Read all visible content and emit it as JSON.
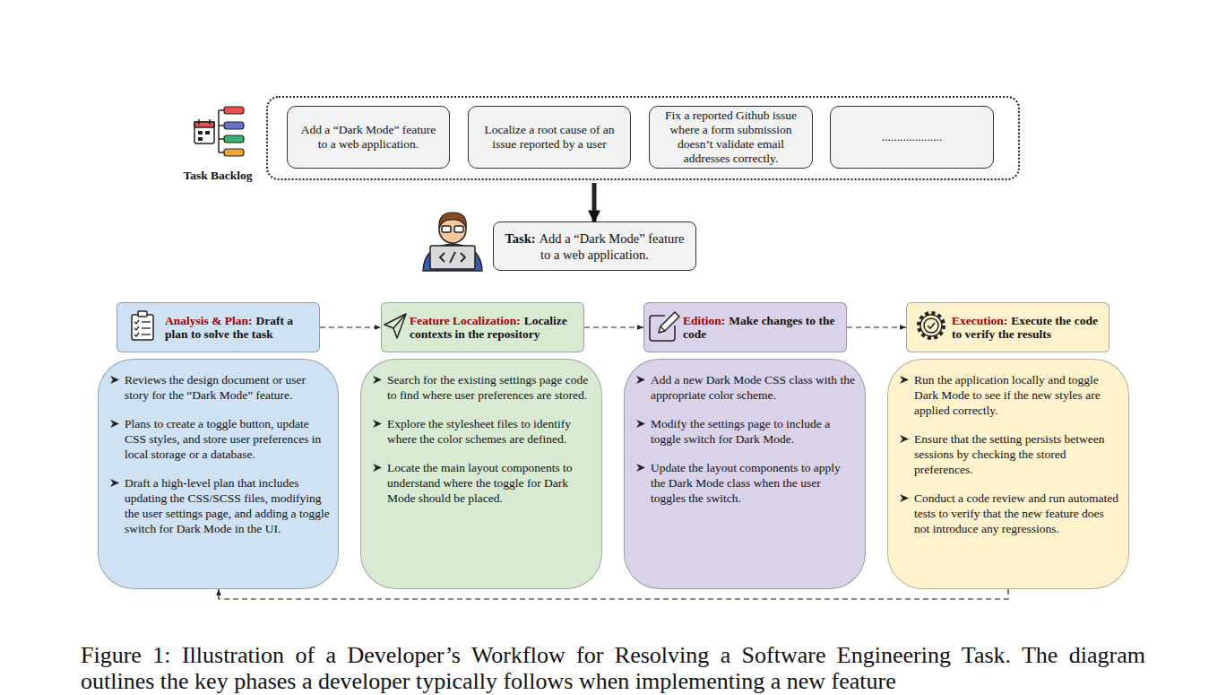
{
  "diagram": {
    "caption": "Figure 1: Illustration of a Developer’s Workflow for Resolving a Software Engineering Task. The diagram outlines the key phases a developer typically follows when implementing a new feature",
    "nodes": [
      {
        "text": [
          "Task Backlog"
        ]
      },
      {
        "text": [
          "Add a “Dark Mode” feature to a web application."
        ],
        "in": 0
      },
      {
        "text": [
          "Localize a root cause of an issue reported by a user"
        ],
        "in": 0
      },
      {
        "text": [
          "Fix a reported Github issue where a form submission doesn’t validate email addresses correctly."
        ],
        "in": 0
      },
      {
        "text": [
          "...................."
        ],
        "in": 0
      },
      {
        "text": [
          "Task:",
          "Add a “Dark Mode” feature to a web application."
        ]
      },
      {
        "text": [
          "Analysis & Plan:",
          "Draft a plan to solve the task"
        ]
      },
      {
        "text": [
          "Reviews the design document or user story for the “Dark Mode” feature.",
          "Plans to create a toggle button, update CSS styles, and store user preferences in local storage or a database.",
          "Draft a high-level plan that includes updating the CSS/SCSS files, modifying the user settings page, and adding a toggle switch for Dark Mode in the UI."
        ]
      },
      {
        "text": [
          "Feature Localization:",
          "Localize contexts in the repository"
        ]
      },
      {
        "text": [
          "Search for the existing settings page code to find where user preferences are stored.",
          "Explore the stylesheet files to identify where the color schemes are defined.",
          "Locate the main layout components to understand where the toggle for Dark Mode should be placed."
        ]
      },
      {
        "text": [
          "Edition:",
          "Make changes to the code"
        ]
      },
      {
        "text": [
          "Add a new Dark Mode CSS class with the appropriate color scheme.",
          "Modify the settings page to include a toggle switch for Dark Mode.",
          "Update the layout components to apply the Dark Mode class when the user toggles the switch."
        ]
      },
      {
        "text": [
          "Execution:",
          "Execute the code to verify the results"
        ]
      },
      {
        "text": [
          "Run the application locally and toggle Dark Mode to see if the new styles are applied correctly.",
          "Ensure that the setting persists between sessions by checking the stored preferences.",
          "Conduct a code review and run automated tests to verify that the new feature does not introduce any regressions."
        ]
      }
    ],
    "edges": [
      {
        "from": 0,
        "to": 5,
        "arrow": "to"
      },
      {
        "from": 6,
        "to": 8,
        "arrow": "to"
      },
      {
        "from": 8,
        "to": 10,
        "arrow": "to"
      },
      {
        "from": 10,
        "to": 12,
        "arrow": "to"
      },
      {
        "from": 13,
        "to": 7,
        "arrow": "to"
      }
    ]
  }
}
